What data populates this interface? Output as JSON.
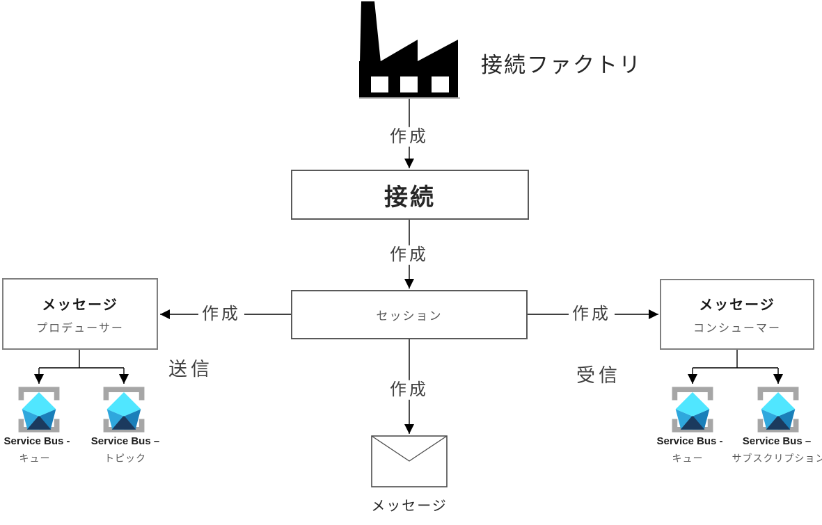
{
  "factory": {
    "label": "接続ファクトリ"
  },
  "boxes": {
    "connection": {
      "label": "接続"
    },
    "session": {
      "label": "セッション"
    },
    "producer": {
      "title": "メッセージ",
      "subtitle": "プロデューサー"
    },
    "consumer": {
      "title": "メッセージ",
      "subtitle": "コンシューマー"
    }
  },
  "message": {
    "label": "メッセージ"
  },
  "edge_labels": {
    "create": "作成",
    "send": "送信",
    "receive": "受信"
  },
  "service_bus_nodes": [
    {
      "line1": "Service Bus -",
      "line2": "キュー"
    },
    {
      "line1": "Service Bus –",
      "line2": "トピック"
    },
    {
      "line1": "Service Bus -",
      "line2": "キュー"
    },
    {
      "line1": "Service Bus –",
      "line2": "サブスクリプション"
    }
  ],
  "colors": {
    "line": "#000000",
    "ground": "#8c8c8c",
    "box-border-dark": "#595959",
    "box-border-gray": "#7f7f7f",
    "text-dark": "#262626",
    "text-gray": "#595959",
    "factory-fill": "#000000",
    "envelope-stroke": "#4d4d4d",
    "sb-bracket": "#a6a6a6",
    "sb-light": "#50e6ff",
    "sb-mid": "#2fa7dd",
    "sb-deep": "#1a7fb9",
    "sb-dark": "#1b3a5e"
  }
}
